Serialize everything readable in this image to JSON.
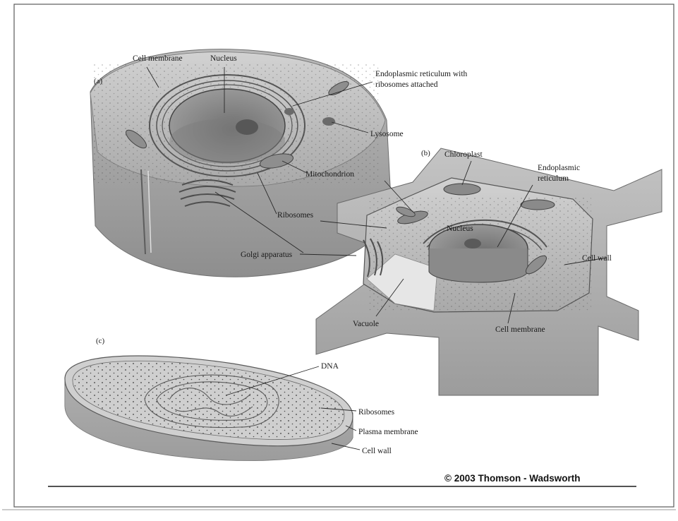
{
  "panels": {
    "a": {
      "tag": "(a)",
      "labels": {
        "cell_membrane": "Cell membrane",
        "nucleus": "Nucleus",
        "er_line1": "Endoplasmic reticulum with",
        "er_line2": "ribosomes attached",
        "lysosome": "Lysosome",
        "mitochondrion": "Mitochondrion",
        "ribosomes": "Ribosomes",
        "golgi": "Golgi apparatus"
      }
    },
    "b": {
      "tag": "(b)",
      "labels": {
        "chloroplast": "Chloroplast",
        "er_line1": "Endoplasmic",
        "er_line2": "reticulum",
        "nucleus": "Nucleus",
        "cell_wall": "Cell wall",
        "vacuole": "Vacuole",
        "cell_membrane": "Cell membrane"
      }
    },
    "c": {
      "tag": "(c)",
      "labels": {
        "dna": "DNA",
        "ribosomes": "Ribosomes",
        "plasma_membrane": "Plasma membrane",
        "cell_wall": "Cell wall"
      }
    }
  },
  "footer": {
    "copyright": "© 2003 Thomson - Wadsworth"
  }
}
